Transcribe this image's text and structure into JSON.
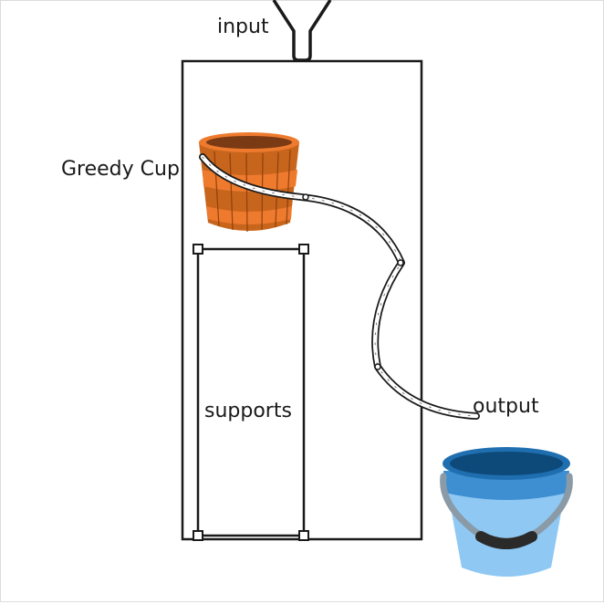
{
  "labels": {
    "input": "input",
    "greedy_cup": "Greedy Cup",
    "supports": "supports",
    "output": "output"
  },
  "colors": {
    "outline": "#1a1a1a",
    "cup_wood": "#c8651c",
    "cup_wood_dark": "#8a3d0c",
    "cup_band": "#ee7a2e",
    "cup_inside": "#7a3a14",
    "bucket_body": "#8ec8f3",
    "bucket_rim": "#1f6fb0",
    "bucket_inside": "#0d4a7a",
    "bucket_handle": "#8a9aa6",
    "bucket_grip": "#2a2a2a"
  },
  "icons": [
    "funnel-icon",
    "wooden-cup-icon",
    "siphon-tube-icon",
    "bucket-icon"
  ]
}
